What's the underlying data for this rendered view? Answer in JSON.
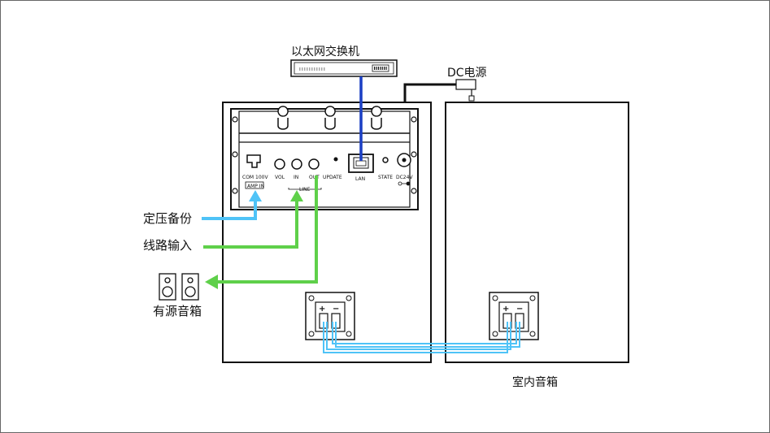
{
  "labels": {
    "switch": "以太网交换机",
    "dc_power": "DC电源",
    "backup": "定压备份",
    "line_in": "线路输入",
    "active_speaker": "有源音箱",
    "indoor_speaker": "室内音箱"
  },
  "panel": {
    "com100v": "COM 100V",
    "amp_in": "AMP IN",
    "vol": "VOL",
    "in": "IN",
    "out": "OUT",
    "update": "UPDATE",
    "line": "LINE",
    "lan": "LAN",
    "state": "STATE",
    "dc24v": "DC24V"
  },
  "terminal": {
    "plus": "+",
    "minus": "−"
  },
  "colors": {
    "ethernet": "#1a3fc4",
    "backup_line": "#4fc3f7",
    "line_in": "#5fd04a",
    "speaker_wire": "#4fc3f7"
  }
}
